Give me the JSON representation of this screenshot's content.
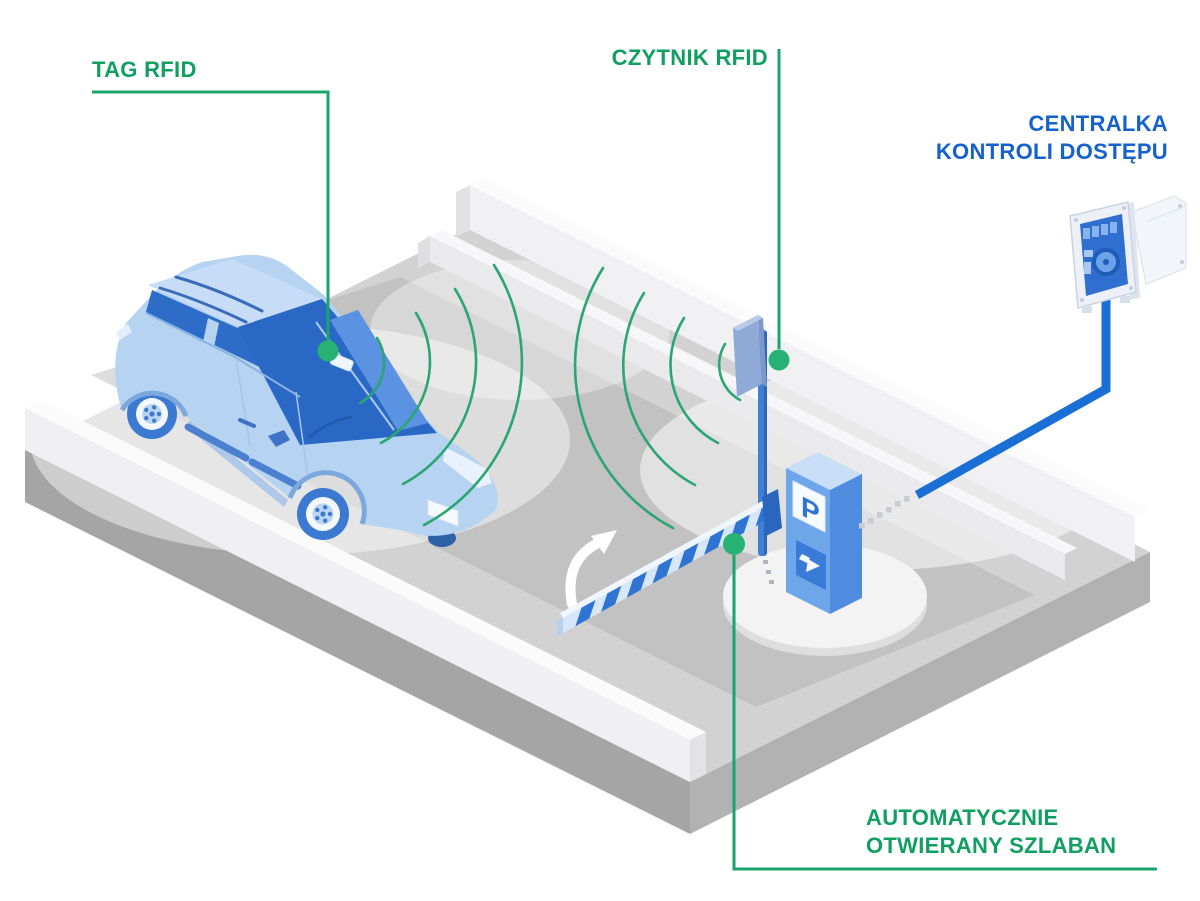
{
  "labels": {
    "tag": {
      "text": "TAG RFID"
    },
    "reader": {
      "text": "CZYTNIK RFID"
    },
    "controller": {
      "line1": "CENTRALKA",
      "line2": "KONTROLI DOSTĘPU"
    },
    "barrier": {
      "line1": "AUTOMATYCZNIE",
      "line2": "OTWIERANY SZLABAN"
    }
  },
  "terminal": {
    "sign_letter": "P"
  },
  "colors": {
    "label_green": "#119e61",
    "label_blue": "#1561cd",
    "connector_green": "#1ba36c",
    "dot_green": "#27b274",
    "wave_green": "#2ba572",
    "cable_blue": "#1a6fd6",
    "barrier_blue": "#2f74d2",
    "car_light_blue": "#b6d3f2",
    "car_glass_blue": "#2a68c6",
    "terminal_blue": "#6ea6ea",
    "road_gray": "#c2c2c2",
    "wall_white": "#f1f1f3"
  }
}
